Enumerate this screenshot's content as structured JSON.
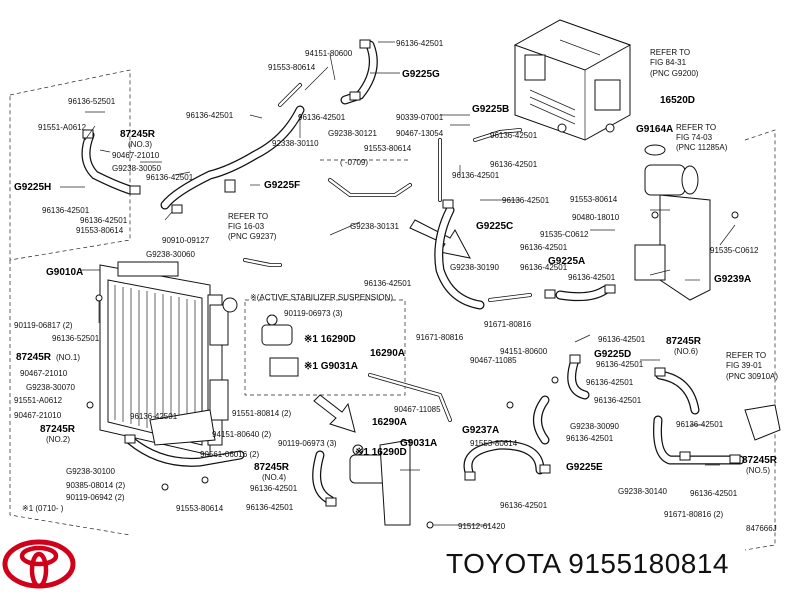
{
  "brand": {
    "title": "TOYOTA 9155180814",
    "logo_color": "#d0001a"
  },
  "labels": {
    "l01": "96136-42501",
    "l02": "94151-80600",
    "l03": "91553-80614",
    "l04": "G9225G",
    "l05": "96136-42501",
    "l06": "92338-30110",
    "l07": "96136-42501",
    "l08": "90339-07001",
    "l09": "G9225B",
    "l10": "96136-52501",
    "l11": "91551-A0612",
    "l12": "87245R",
    "l13": "(NO.3)",
    "l14": "90467-21010",
    "l15": "G9238-30050",
    "l16": "96136-42501",
    "l17": "G9225H",
    "l18": "96136-42501",
    "l19": "96136-42501",
    "l20": "91553-80614",
    "l21": "G9225F",
    "l22": "90910-09127",
    "l23": "G9238-30060",
    "l24": "G9238-30121",
    "l25": "90467-13054",
    "l26": "91553-80614",
    "l27": "96136-42501",
    "l28": "96136-42501",
    "l29": "96136-42501",
    "l30": "( -0709)",
    "l31": "G9238-30131",
    "l32": "G9225C",
    "l33": "REFER TO",
    "l34": "FIG 16-03",
    "l35": "(PNC G9237)",
    "l36": "G9010A",
    "l37": "96136-42501",
    "l38": "G9238-30190",
    "l39": "G9225A",
    "l40": "96136-42501",
    "l41": "90119-06817 (2)",
    "l42": "※(ACTIVE STABILIZER SUSPENSION)",
    "l43": "90119-06973 (3)",
    "l44": "91671-80816",
    "l45": "91671-80816",
    "l46": "96136-52501",
    "l47": "※1 16290D",
    "l48": "16290A",
    "l49": "※1 G9031A",
    "l50": "87245R",
    "l51": "(NO.1)",
    "l52": "90467-21010",
    "l53": "G9238-30070",
    "l54": "91551-A0612",
    "l55": "90467-21010",
    "l56": "87245R",
    "l57": "(NO.2)",
    "l58": "96136-42501",
    "l59": "91551-80814 (2)",
    "l60": "94151-80640 (2)",
    "l61": "90561-06016 (2)",
    "l62": "G9238-30100",
    "l63": "90385-08014 (2)",
    "l64": "90119-06942 (2)",
    "l65": "91553-80614",
    "l66": "※1 (0710- )",
    "l67": "87245R",
    "l68": "(NO.4)",
    "l69": "96136-42501",
    "l70": "96136-42501",
    "l71": "90119-06973 (3)",
    "l72": "16290A",
    "l73": "※1 16290D",
    "l74": "G9031A",
    "l75": "90467-11085",
    "l76": "90467-11085",
    "l77": "G9237A",
    "l78": "91553-80614",
    "l79": "94151-80600",
    "l80": "G9225D",
    "l81": "96136-42501",
    "l82": "96136-42501",
    "l83": "G9238-30090",
    "l84": "96136-42501",
    "l85": "G9225E",
    "l86": "96136-42501",
    "l87": "91512-61420",
    "l88": "REFER TO",
    "l89": "FIG 84-31",
    "l90": "(PNC G9200)",
    "l91": "16520D",
    "l92": "G9164A",
    "l93": "REFER TO",
    "l94": "FIG 74-03",
    "l95": "(PNC 11285A)",
    "l96": "91553-80614",
    "l97": "90480-18010",
    "l98": "91535-C0612",
    "l99": "96136-42501",
    "l100": "96136-42501",
    "l101": "91535-C0612",
    "l102": "G9239A",
    "l103": "87245R",
    "l104": "(NO.6)",
    "l105": "REFER TO",
    "l106": "FIG 39-01",
    "l107": "(PNC 30910A)",
    "l108": "96136-42501",
    "l109": "96136-42501",
    "l110": "87245R",
    "l111": "(NO.5)",
    "l112": "G9238-30140",
    "l113": "96136-42501",
    "l114": "91671-80816 (2)",
    "l115": "847666J",
    "l116": "96136-42501",
    "l117": "96136-42501"
  }
}
